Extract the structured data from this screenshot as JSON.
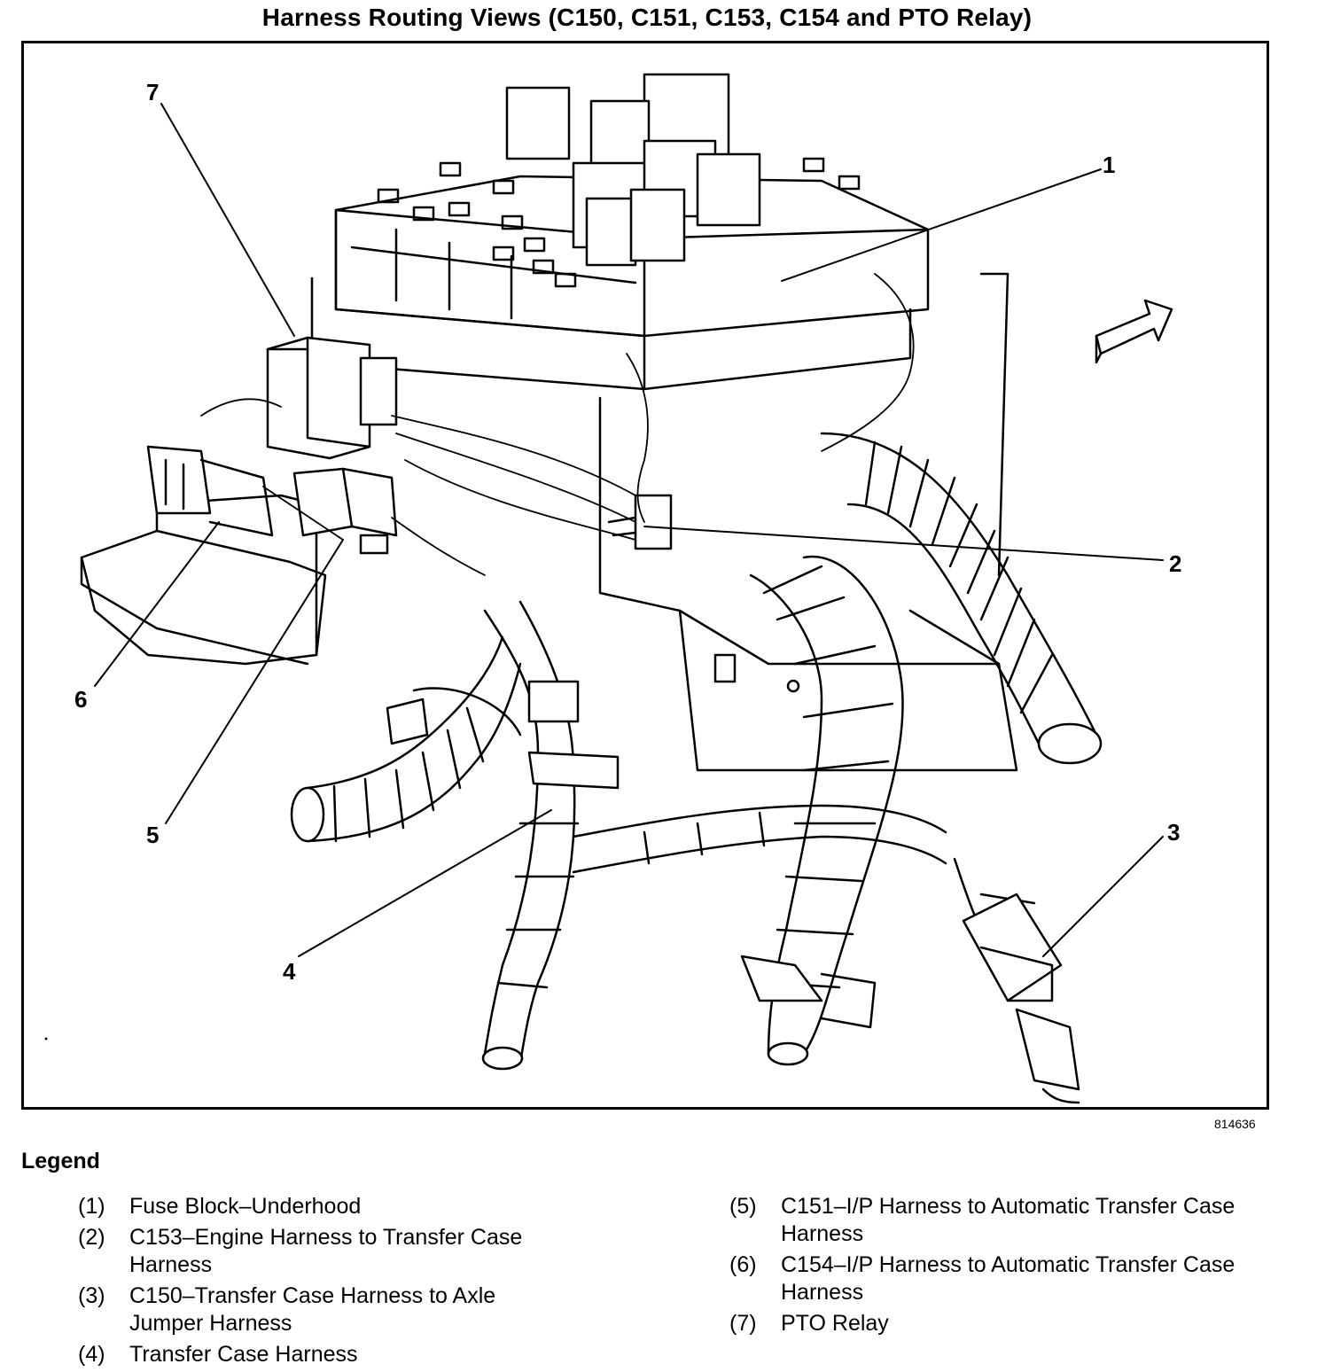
{
  "header": {
    "title": "Harness Routing Views (C150, C151, C153, C154 and PTO Relay)"
  },
  "figure": {
    "figure_id": "814636",
    "callouts": [
      "1",
      "2",
      "3",
      "4",
      "5",
      "6",
      "7"
    ]
  },
  "legend": {
    "heading": "Legend",
    "items": [
      {
        "num": "(1)",
        "text": "Fuse Block–Underhood"
      },
      {
        "num": "(2)",
        "text": "C153–Engine Harness to Transfer Case Harness"
      },
      {
        "num": "(3)",
        "text": "C150–Transfer Case Harness to Axle Jumper Harness"
      },
      {
        "num": "(4)",
        "text": "Transfer Case Harness"
      },
      {
        "num": "(5)",
        "text": "C151–I/P Harness to Automatic Transfer Case Harness"
      },
      {
        "num": "(6)",
        "text": "C154–I/P Harness to Automatic Transfer Case Harness"
      },
      {
        "num": "(7)",
        "text": "PTO Relay"
      }
    ]
  }
}
